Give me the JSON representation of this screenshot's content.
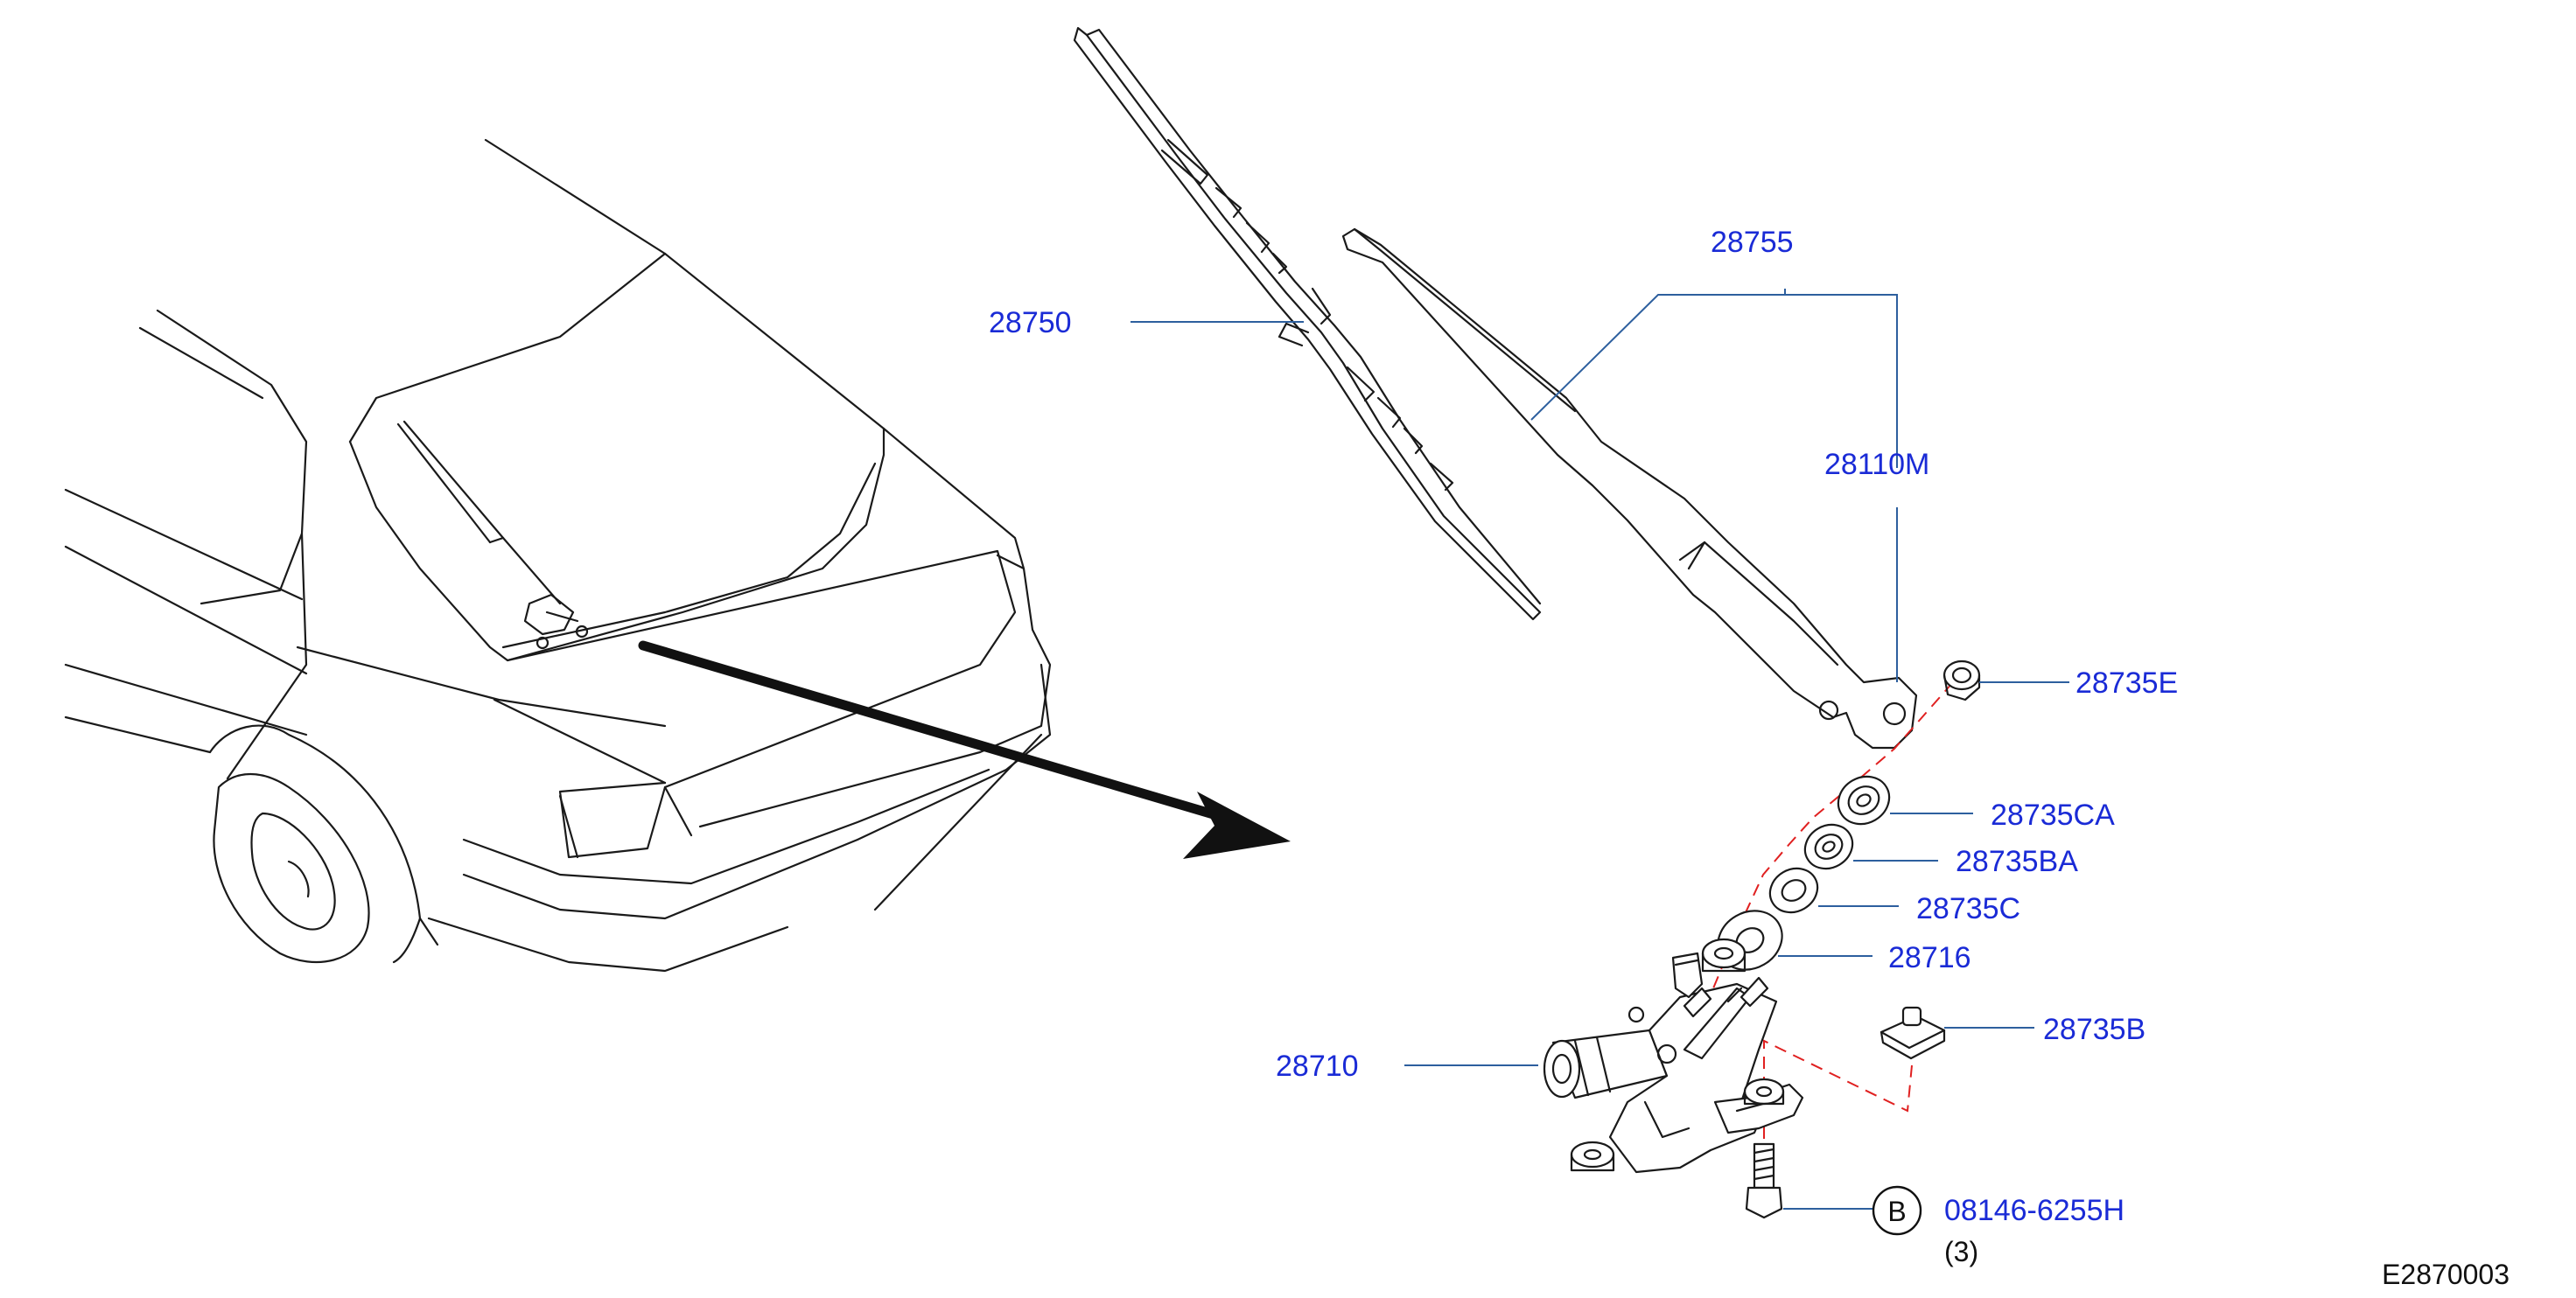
{
  "figure_id": "E2870003",
  "colors": {
    "callout_text": "#1a2bd6",
    "leader_line": "#2d5f9e",
    "axis_line": "#e02020",
    "linework": "#1a1a1a"
  },
  "callouts": {
    "blade": "28750",
    "arm_assy": "28755",
    "arm": "28110M",
    "cap_nut": "28735E",
    "bushing_ca": "28735CA",
    "bushing_ba": "28735BA",
    "washer_c": "28735C",
    "seal": "28716",
    "clip_b": "28735B",
    "motor": "28710",
    "bolt": "08146-6255H",
    "bolt_qty": "(3)",
    "bolt_badge": "B"
  },
  "icons": {
    "arrow": "direction-arrow-icon",
    "badge": "circle-letter-icon"
  }
}
